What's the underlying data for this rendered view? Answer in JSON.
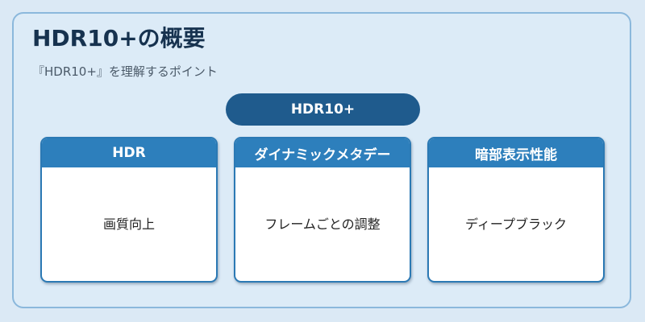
{
  "title": "HDR10+の概要",
  "subtitle": "『HDR10+』を理解するポイント",
  "center_label": "HDR10+",
  "cards": [
    {
      "header": "HDR",
      "body": "画質向上"
    },
    {
      "header": "ダイナミックメタデー",
      "body": "フレームごとの調整"
    },
    {
      "header": "暗部表示性能",
      "body": "ディープブラック"
    }
  ],
  "colors": {
    "background": "#dbe9f5",
    "frame_border": "#8bb8dc",
    "pill": "#1f5b8d",
    "card_header": "#2d7fbc",
    "card_border": "#2b79b4",
    "title_text": "#16324f"
  }
}
